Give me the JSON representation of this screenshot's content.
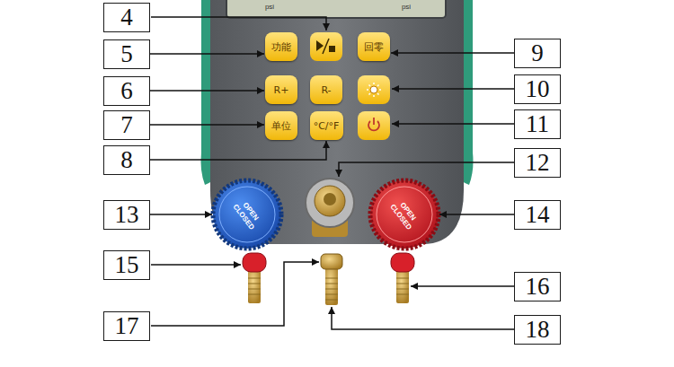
{
  "diagram": {
    "nodes": [
      {
        "text": [
          "4"
        ]
      },
      {
        "text": [
          "5"
        ]
      },
      {
        "text": [
          "9"
        ]
      },
      {
        "text": [
          "6"
        ]
      },
      {
        "text": [
          "10"
        ]
      },
      {
        "text": [
          "7"
        ]
      },
      {
        "text": [
          "11"
        ]
      },
      {
        "text": [
          "8"
        ]
      },
      {
        "text": [
          "12"
        ]
      },
      {
        "text": [
          "13"
        ]
      },
      {
        "text": [
          "14"
        ]
      },
      {
        "text": [
          "15"
        ]
      },
      {
        "text": [
          "16"
        ]
      },
      {
        "text": [
          "17"
        ]
      },
      {
        "text": [
          "18"
        ]
      },
      {
        "text": [
          "功能"
        ]
      },
      {
        "text": [
          "回零"
        ]
      },
      {
        "text": [
          "R+"
        ]
      },
      {
        "text": [
          "R-"
        ]
      },
      {
        "text": [
          "单位"
        ]
      },
      {
        "text": [
          "°C/°F"
        ]
      },
      {
        "text": [
          "OPEN",
          "CLOSED"
        ]
      },
      {
        "text": [
          "OPEN",
          "CLOSED"
        ]
      }
    ],
    "edges": [
      {
        "from": 1,
        "to": 15,
        "arrow": "to"
      },
      {
        "from": 2,
        "to": 16,
        "arrow": "to"
      },
      {
        "from": 3,
        "to": 17,
        "arrow": "to"
      },
      {
        "from": 5,
        "to": 19,
        "arrow": "to"
      },
      {
        "from": 7,
        "to": 20,
        "arrow": "to"
      },
      {
        "from": 9,
        "to": 21,
        "arrow": "to"
      },
      {
        "from": 10,
        "to": 22,
        "arrow": "to"
      }
    ],
    "labels": [
      "psi",
      "psi"
    ]
  }
}
